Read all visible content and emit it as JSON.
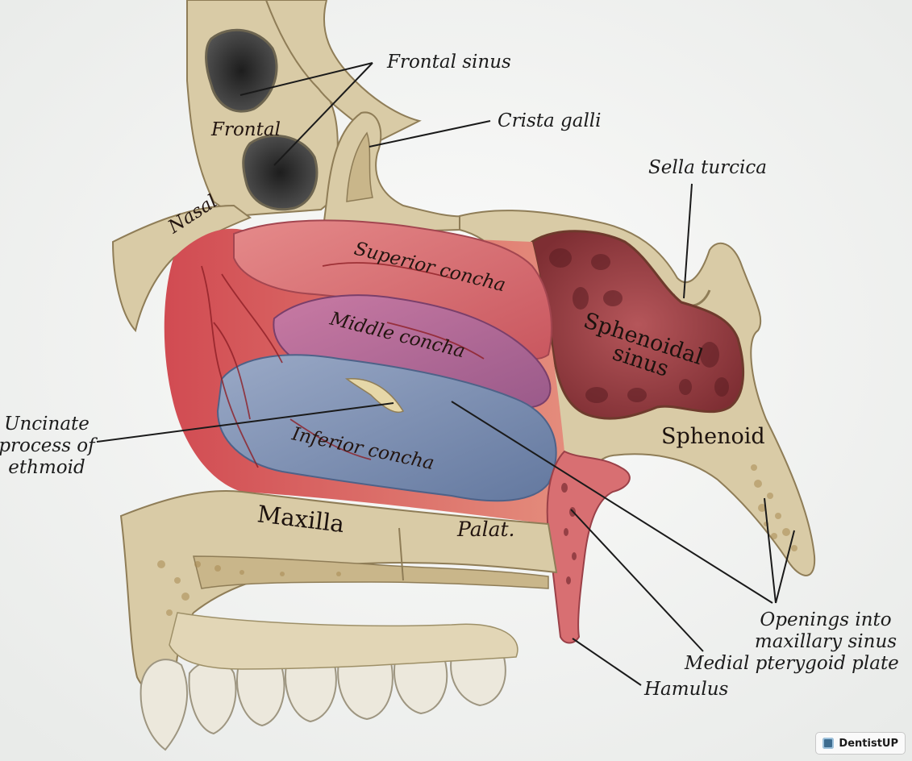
{
  "labels": {
    "frontal_sinus": "Frontal sinus",
    "crista_galli": "Crista galli",
    "sella_turcica": "Sella turcica",
    "frontal": "Frontal",
    "nasal": "Nasal",
    "superior_concha": "Superior concha",
    "middle_concha": "Middle concha",
    "inferior_concha": "Inferior concha",
    "sphenoidal_sinus_line1": "Sphenoidal",
    "sphenoidal_sinus_line2": "sinus",
    "sphenoid": "Sphenoid",
    "uncinate_line1": "Uncinate",
    "uncinate_line2": "process of",
    "uncinate_line3": "ethmoid",
    "maxilla": "Maxilla",
    "palatine": "Palat.",
    "openings_line1": "Openings into",
    "openings_line2": "maxillary sinus",
    "medial_pterygoid_plate": "Medial pterygoid plate",
    "hamulus": "Hamulus"
  },
  "watermark": "DentistUP",
  "colors": {
    "bone": "#d9cba6",
    "superior_concha": "#d9747a",
    "middle_concha": "#b0658e",
    "inferior_concha": "#7f93b6",
    "mucosa": "#d4656a",
    "sinus_cavity": "#8f3a3a"
  }
}
